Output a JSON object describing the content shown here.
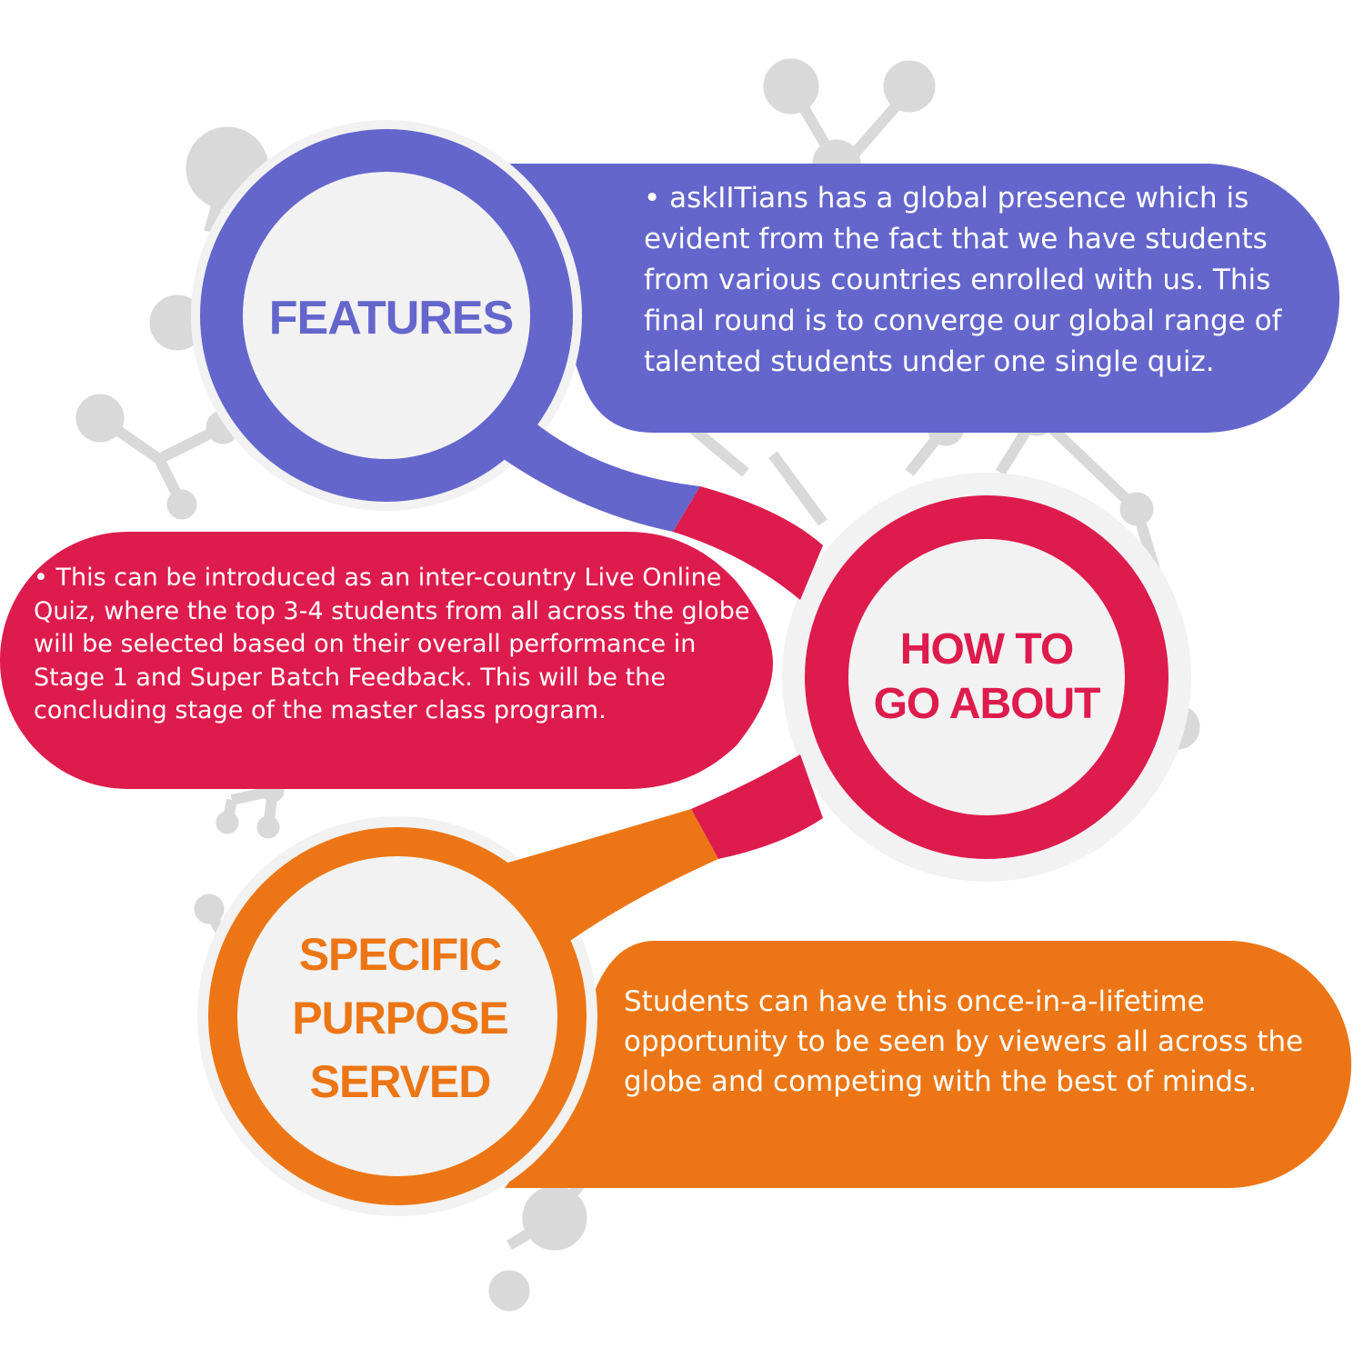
{
  "colors": {
    "features": "#6466CC",
    "how_to": "#DE1B4D",
    "purpose": "#EC7615",
    "background_network": "#D9D9D9",
    "circle_fill": "#F2F2F2",
    "white": "#FFFFFF"
  },
  "features": {
    "title": "FEATURES",
    "body": "• askIITians has a global presence which is evident from the fact that we have students from various countries enrolled with us. This final round is to converge our global range of talented students under one single quiz."
  },
  "how_to": {
    "title_line1": "HOW TO",
    "title_line2": "GO ABOUT",
    "body": "• This can be introduced as an inter-country Live Online Quiz, where the top 3-4 students from all across the globe will be selected based on their overall performance in Stage 1 and Super Batch Feedback. This will be the concluding stage of the master class program."
  },
  "purpose": {
    "title_line1": "SPECIFIC",
    "title_line2": "PURPOSE",
    "title_line3": "SERVED",
    "body": "Students can have this once-in-a-lifetime opportunity to be seen by viewers all across the globe and competing with the best of minds."
  }
}
